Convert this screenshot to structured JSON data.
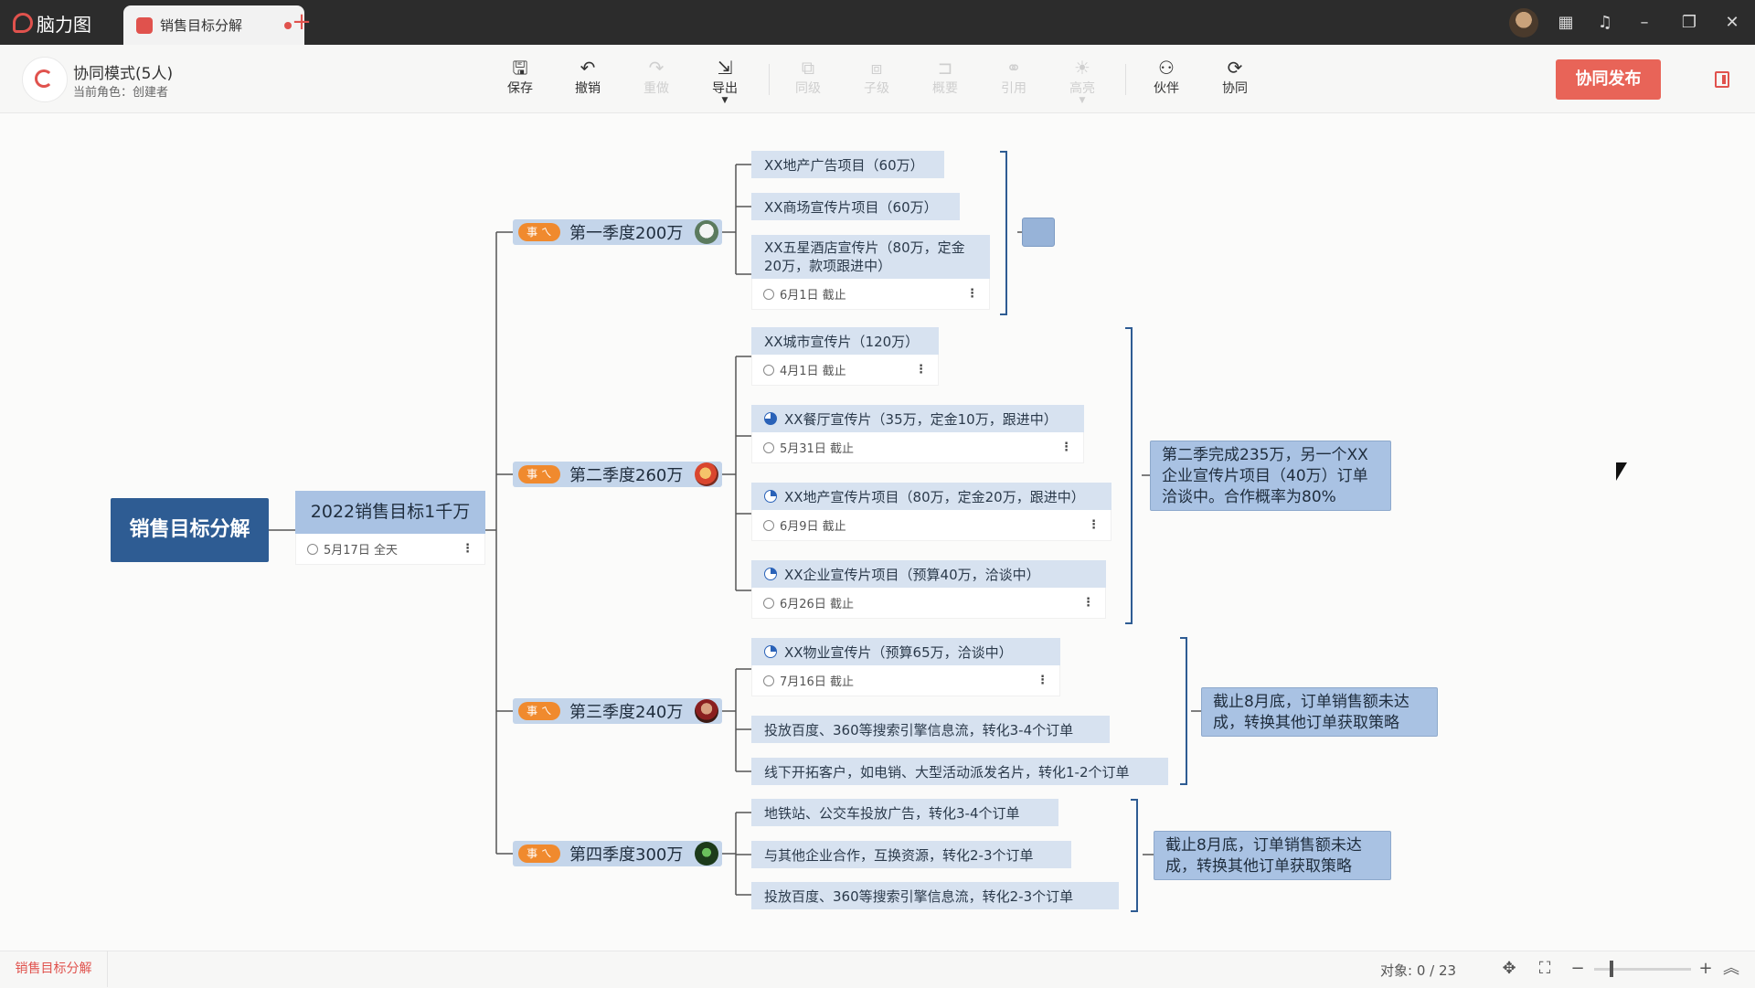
{
  "app": {
    "name": "脑力图",
    "tab_title": "销售目标分解",
    "new_tab": "+"
  },
  "header": {
    "collab_title": "协同模式(5人)",
    "collab_role": "当前角色：创建者",
    "tools": [
      {
        "label": "保存",
        "icon": "save-icon",
        "enabled": true
      },
      {
        "label": "撤销",
        "icon": "undo-icon",
        "enabled": true
      },
      {
        "label": "重做",
        "icon": "redo-icon",
        "enabled": false
      },
      {
        "label": "导出",
        "icon": "export-icon",
        "enabled": true
      },
      {
        "label": "同级",
        "icon": "sibling-icon",
        "enabled": false
      },
      {
        "label": "子级",
        "icon": "child-icon",
        "enabled": false
      },
      {
        "label": "概要",
        "icon": "summary-icon",
        "enabled": false
      },
      {
        "label": "引用",
        "icon": "link-icon",
        "enabled": false
      },
      {
        "label": "高亮",
        "icon": "bulb-icon",
        "enabled": false
      },
      {
        "label": "伙伴",
        "icon": "partners-icon",
        "enabled": true
      },
      {
        "label": "协同",
        "icon": "collab-icon",
        "enabled": true
      }
    ],
    "publish": "协同发布"
  },
  "map": {
    "root": "销售目标分解",
    "main": {
      "label": "2022销售目标1千万",
      "date": "5月17日 全天"
    },
    "quarters": [
      {
        "label": "第一季度200万",
        "badge": "事 ㄟ",
        "leaves": [
          {
            "text": "XX地产广告项目（60万）"
          },
          {
            "text": "XX商场宣传片项目（60万）"
          },
          {
            "text": "XX五星酒店宣传片（80万，定金20万，款项跟进中）",
            "date": "6月1日 截止"
          }
        ]
      },
      {
        "label": "第二季度260万",
        "badge": "事 ㄟ",
        "leaves": [
          {
            "text": "XX城市宣传片（120万）",
            "date": "4月1日 截止"
          },
          {
            "text": "XX餐厅宣传片（35万，定金10万，跟进中）",
            "date": "5月31日 截止",
            "progress": 0.75
          },
          {
            "text": "XX地产宣传片项目（80万，定金20万，跟进中）",
            "date": "6月9日 截止",
            "progress": 0.25
          },
          {
            "text": "XX企业宣传片项目（预算40万，洽谈中）",
            "date": "6月26日 截止",
            "progress": 0.25
          }
        ],
        "note": "第二季完成235万，另一个XX企业宣传片项目（40万）订单洽谈中。合作概率为80%"
      },
      {
        "label": "第三季度240万",
        "badge": "事 ㄟ",
        "leaves": [
          {
            "text": "XX物业宣传片（预算65万，洽谈中）",
            "date": "7月16日 截止",
            "progress": 0.25
          },
          {
            "text": "投放百度、360等搜索引擎信息流，转化3-4个订单"
          },
          {
            "text": "线下开拓客户，如电销、大型活动派发名片，转化1-2个订单"
          }
        ],
        "note": "截止8月底，订单销售额未达成，转换其他订单获取策略"
      },
      {
        "label": "第四季度300万",
        "badge": "事 ㄟ",
        "leaves": [
          {
            "text": "地铁站、公交车投放广告，转化3-4个订单"
          },
          {
            "text": "与其他企业合作，互换资源，转化2-3个订单"
          },
          {
            "text": "投放百度、360等搜索引擎信息流，转化2-3个订单"
          }
        ],
        "note": "截止8月底，订单销售额未达成，转换其他订单获取策略"
      }
    ]
  },
  "status": {
    "sheet": "销售目标分解",
    "count": "对象:  0 / 23"
  },
  "colors": {
    "accent": "#e0524d",
    "root": "#2e5c93",
    "node": "#a9c2e3",
    "leaf": "#d7e2f0",
    "badge": "#f08a2e"
  }
}
